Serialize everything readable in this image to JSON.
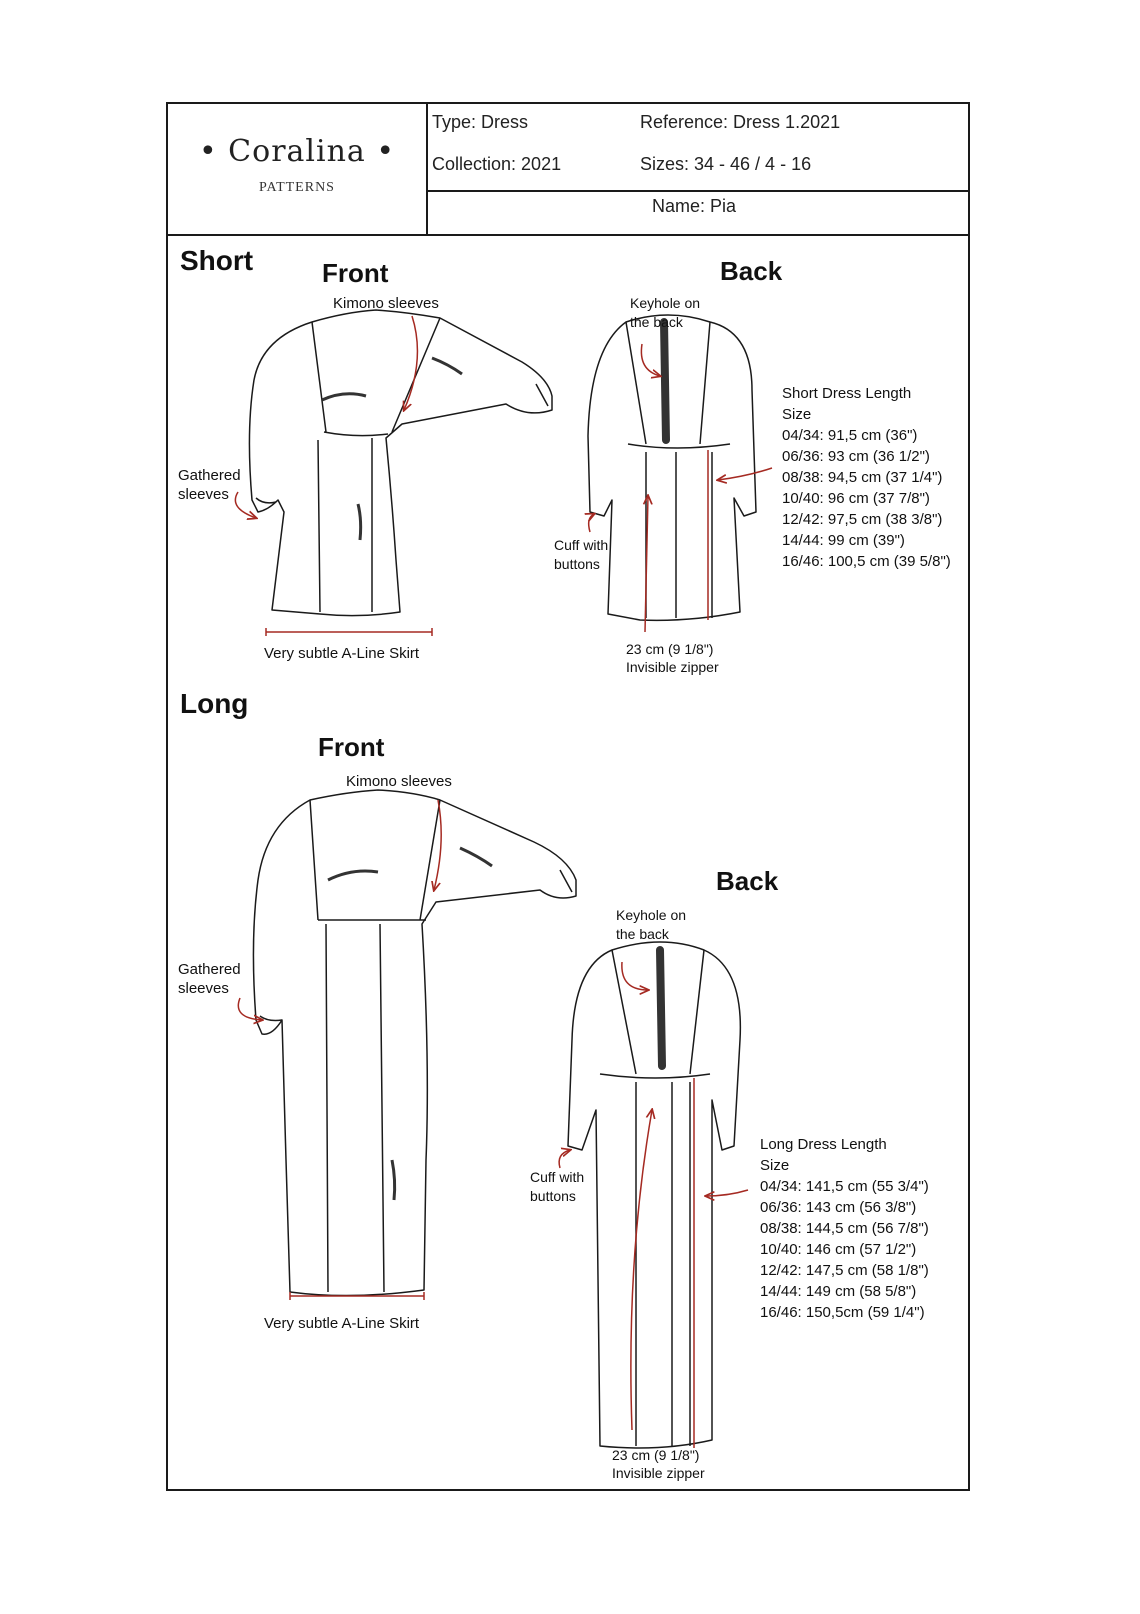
{
  "brand": {
    "name": "Coralina",
    "sub": "PATTERNS"
  },
  "header": {
    "type": "Type: Dress",
    "reference": "Reference: Dress 1.2021",
    "collection": "Collection: 2021",
    "sizes": "Sizes: 34 - 46 / 4 - 16",
    "name": "Name: Pia"
  },
  "short": {
    "title": "Short",
    "front": {
      "title": "Front",
      "kimono": "Kimono sleeves",
      "gathered": "Gathered\nsleeves",
      "skirt": "Very subtle A-Line Skirt"
    },
    "back": {
      "title": "Back",
      "keyhole": "Keyhole on\nthe back",
      "cuff": "Cuff with\nbuttons",
      "zipper": "23 cm (9 1/8\")\nInvisible zipper",
      "length_title": "Short Dress Length",
      "size_label": "Size",
      "lengths": [
        "04/34: 91,5 cm (36\")",
        "06/36: 93 cm (36 1/2\")",
        "08/38: 94,5 cm (37 1/4\")",
        "10/40: 96 cm (37 7/8\")",
        "12/42: 97,5 cm (38 3/8\")",
        "14/44: 99 cm (39\")",
        "16/46: 100,5 cm (39 5/8\")"
      ]
    }
  },
  "long": {
    "title": "Long",
    "front": {
      "title": "Front",
      "kimono": "Kimono sleeves",
      "gathered": "Gathered\nsleeves",
      "skirt": "Very subtle A-Line Skirt"
    },
    "back": {
      "title": "Back",
      "keyhole": "Keyhole on\nthe back",
      "cuff": "Cuff with\nbuttons",
      "zipper": "23 cm (9 1/8\")\nInvisible zipper",
      "length_title": "Long Dress Length",
      "size_label": "Size",
      "lengths": [
        "04/34: 141,5 cm (55 3/4\")",
        "06/36: 143 cm (56 3/8\")",
        "08/38: 144,5 cm (56 7/8\")",
        "10/40: 146 cm (57 1/2\")",
        "12/42: 147,5 cm (58 1/8\")",
        "14/44: 149 cm (58 5/8\")",
        "16/46: 150,5cm (59 1/4\")"
      ]
    }
  },
  "colors": {
    "line": "#1a1a1a",
    "accent": "#a52a22",
    "fill": "#555555"
  }
}
